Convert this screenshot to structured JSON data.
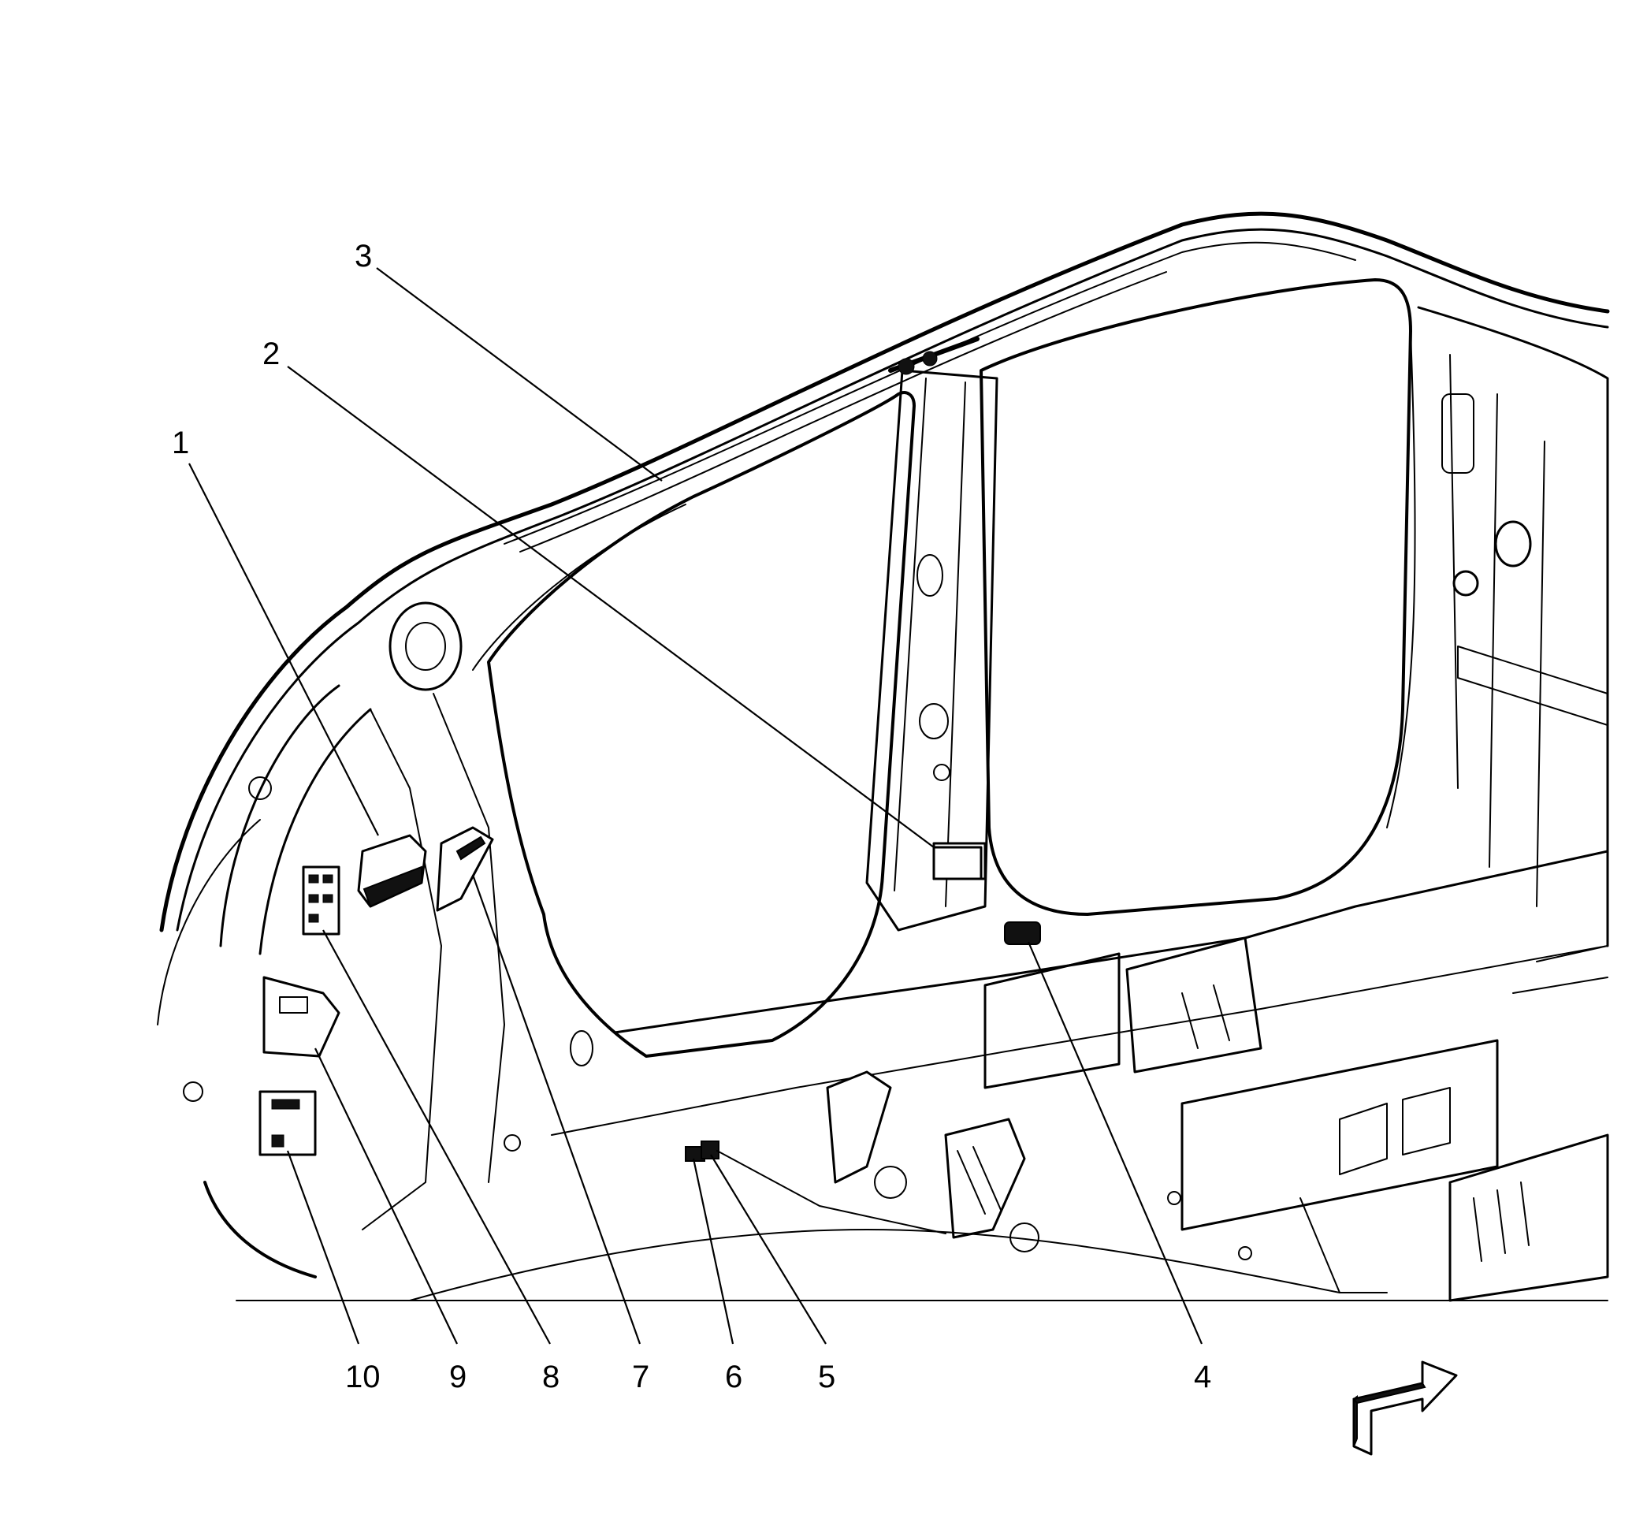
{
  "diagram": {
    "callouts": [
      {
        "id": "1",
        "label": "1"
      },
      {
        "id": "2",
        "label": "2"
      },
      {
        "id": "3",
        "label": "3"
      },
      {
        "id": "4",
        "label": "4"
      },
      {
        "id": "5",
        "label": "5"
      },
      {
        "id": "6",
        "label": "6"
      },
      {
        "id": "7",
        "label": "7"
      },
      {
        "id": "8",
        "label": "8"
      },
      {
        "id": "9",
        "label": "9"
      },
      {
        "id": "10",
        "label": "10"
      }
    ],
    "orientation_arrow": "front-direction-arrow",
    "style": {
      "line_color": "#000000",
      "background": "#ffffff"
    }
  }
}
